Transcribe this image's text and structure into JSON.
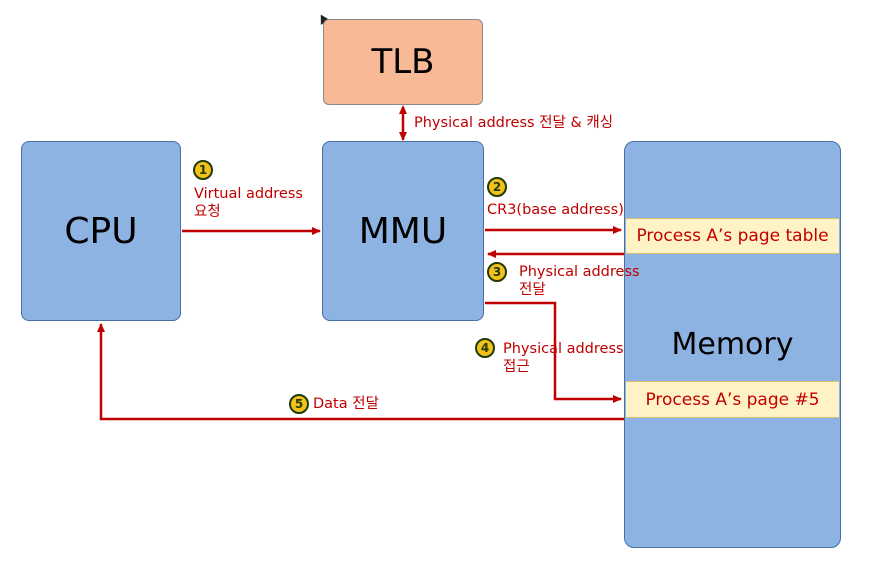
{
  "nodes": {
    "tlb": "TLB",
    "cpu": "CPU",
    "mmu": "MMU",
    "memory": "Memory",
    "page_table": "Process A’s page table",
    "page5": "Process A’s page #5"
  },
  "steps": {
    "s1": {
      "num": "1",
      "line1": "Virtual address",
      "line2": "요청"
    },
    "s2": {
      "num": "2",
      "line1": "CR3(base address)"
    },
    "s3": {
      "num": "3",
      "line1": "Physical address",
      "line2": "전달"
    },
    "s4": {
      "num": "4",
      "line1": "Physical address",
      "line2": "접근"
    },
    "s5": {
      "num": "5",
      "line1": "Data 전달"
    }
  },
  "tlb_link": "Physical address 전달 & 캐싱",
  "colors": {
    "arrow": "#c00000",
    "box": "#8db3e2",
    "tlb": "#f8b997",
    "strip": "#fff2c4",
    "badge": "#f4c11b"
  }
}
